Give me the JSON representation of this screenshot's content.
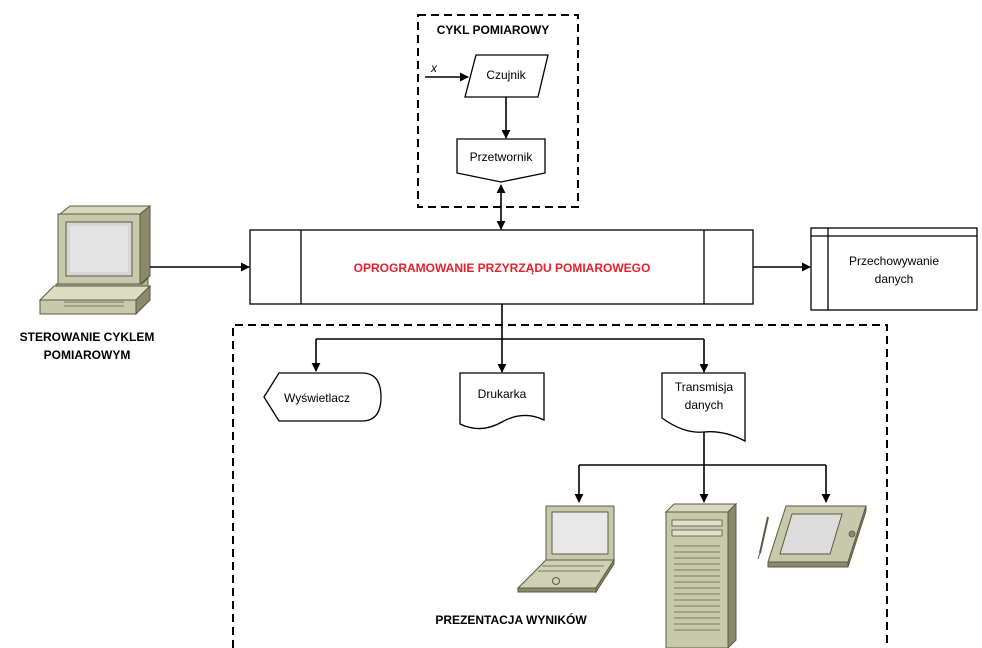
{
  "diagram": {
    "measurement_cycle": {
      "title": "CYKL POMIAROWY",
      "input_label": "x",
      "sensor": "Czujnik",
      "converter": "Przetwornik"
    },
    "software": {
      "label": "OPROGRAMOWANIE PRZYRZĄDU POMIAROWEGO"
    },
    "control": {
      "line1": "STEROWANIE CYKLEM",
      "line2": "POMIAROWYM"
    },
    "storage": {
      "line1": "Przechowywanie",
      "line2": "danych"
    },
    "presentation": {
      "title": "PREZENTACJA WYNIKÓW",
      "display": "Wyświetlacz",
      "printer": "Drukarka",
      "transmission_line1": "Transmisja",
      "transmission_line2": "danych"
    }
  },
  "colors": {
    "stroke": "#000000",
    "highlight_text": "#e8202a",
    "device_body": "#c8c8aa",
    "device_dark": "#8a8a6a",
    "device_screen": "#d6d6d6"
  },
  "icons": [
    "desktop-computer-icon",
    "laptop-icon",
    "server-tower-icon",
    "tablet-pen-icon"
  ]
}
